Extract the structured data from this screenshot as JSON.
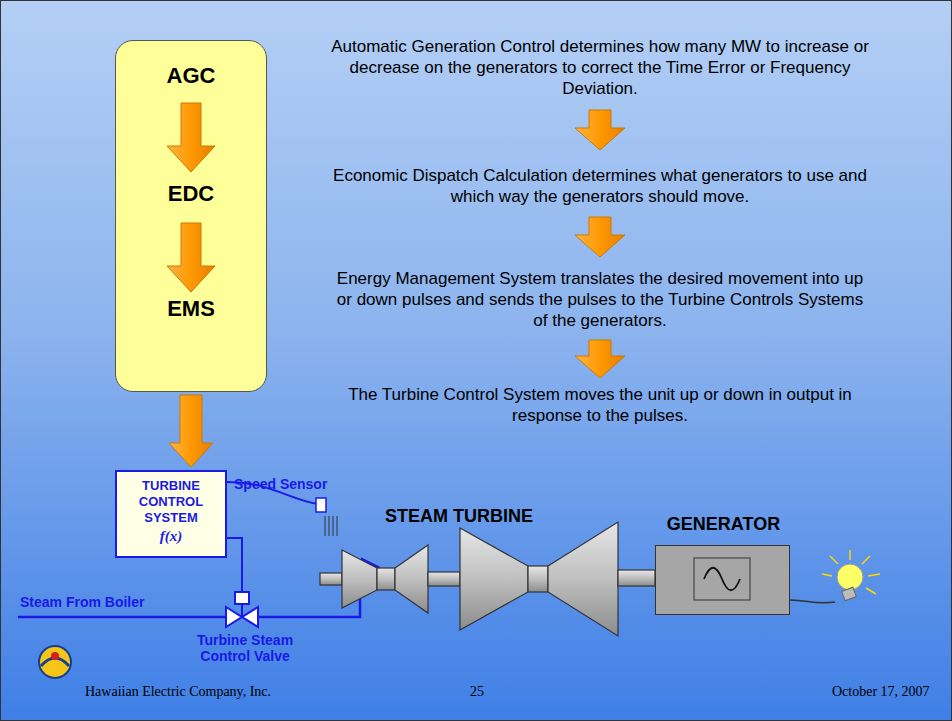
{
  "diagram": {
    "nodes": [
      {
        "text": [
          "AGC",
          "EDC",
          "EMS"
        ]
      },
      {
        "text": [
          "TURBINE CONTROL SYSTEM",
          "f(x)"
        ]
      },
      {
        "text": [
          "GENERATOR"
        ]
      }
    ],
    "edges": [
      {
        "from": 0,
        "to": 1,
        "arrow": "to"
      }
    ],
    "labels": [
      "Automatic Generation Control determines how many MW to increase or decrease on the generators to correct the Time Error or Frequency Deviation.",
      "Economic Dispatch Calculation determines what generators to use and which way the generators should move.",
      "Energy Management System translates the desired movement into up or down pulses and sends the pulses to the Turbine Controls Systems of the generators.",
      "The Turbine Control System moves the unit up or down in output in response to the pulses.",
      "Speed Sensor",
      "STEAM TURBINE",
      "Steam From Boiler",
      "Turbine Steam Control Valve",
      "Hawaiian Electric Company, Inc.",
      "25",
      "October 17, 2007"
    ]
  }
}
